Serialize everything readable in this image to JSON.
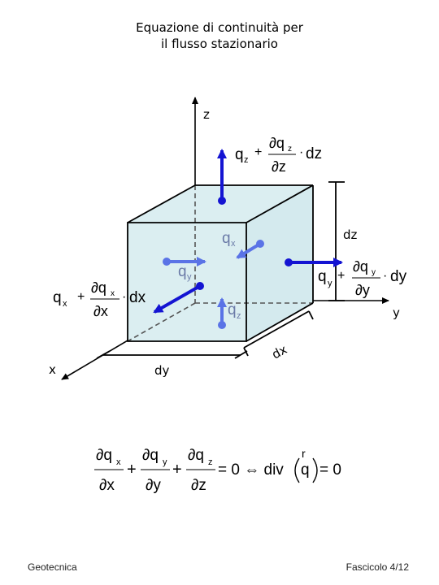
{
  "title": {
    "line1": "Equazione di continuità per",
    "line2": "il flusso stazionario"
  },
  "axes": {
    "z": "z",
    "y": "y",
    "x": "x"
  },
  "dimensions": {
    "dz": "dz",
    "dy": "dy",
    "dx": "dx"
  },
  "flux_labels": {
    "qz_top": {
      "q": "q",
      "sub": "z",
      "plus": "+",
      "dq": "∂q",
      "dsub": "z",
      "den": "∂z",
      "dot": "·",
      "tail": "dz"
    },
    "qy_right": {
      "q": "q",
      "sub": "y",
      "plus": "+",
      "dq": "∂q",
      "dsub": "y",
      "den": "∂y",
      "dot": "·",
      "tail": "dy"
    },
    "qx_left": {
      "q": "q",
      "sub": "x",
      "plus": "+",
      "dq": "∂q",
      "dsub": "x",
      "den": "∂x",
      "dot": "·",
      "tail": "dx"
    },
    "qx_in": {
      "q": "q",
      "sub": "x"
    },
    "qy_in": {
      "q": "q",
      "sub": "y"
    },
    "qz_in": {
      "q": "q",
      "sub": "z"
    }
  },
  "equation": {
    "t1_num": "∂q",
    "t1_sub": "x",
    "t1_den": "∂x",
    "plus1": "+",
    "t2_num": "∂q",
    "t2_sub": "y",
    "t2_den": "∂y",
    "plus2": "+",
    "t3_num": "∂q",
    "t3_sub": "z",
    "t3_den": "∂z",
    "rhs": "= 0 ⇔ div",
    "vec_mark": "r",
    "vec": "q",
    "rhs2": "= 0"
  },
  "footer": {
    "left": "Geotecnica",
    "right": "Fascicolo 4/12"
  },
  "colors": {
    "cube_face": "#dbeef1",
    "outflow_arrow": "#1414d2",
    "inflow_arrow": "#5a73e6",
    "dashed_edge": "#555555"
  }
}
